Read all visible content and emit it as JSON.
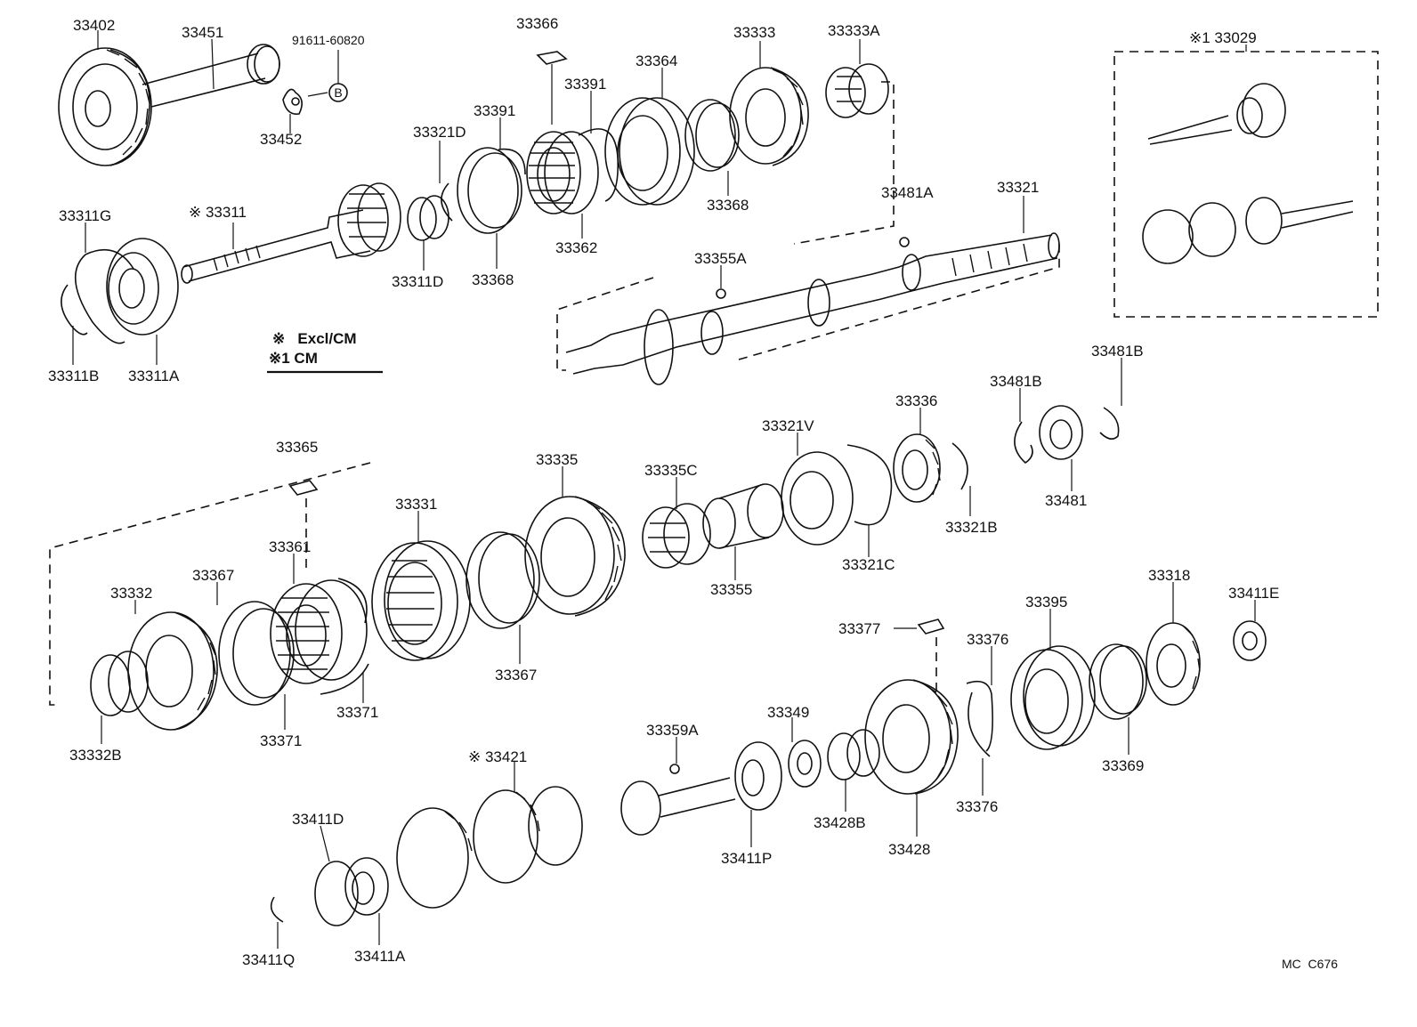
{
  "diagram": {
    "part_labels": [
      "33402",
      "33451",
      "91611-60820",
      "33452",
      "33366",
      "33391",
      "33391",
      "33364",
      "33333",
      "33333A",
      "33321D",
      "33311G",
      "※ 33311",
      "33311D",
      "33368",
      "33362",
      "33368",
      "33481A",
      "33321",
      "33355A",
      "33311B",
      "33311A",
      "33365",
      "33335",
      "33331",
      "33336",
      "33321V",
      "33481B",
      "33481B",
      "33481",
      "33321B",
      "33335C",
      "33361",
      "33367",
      "33332",
      "33355",
      "33321C",
      "33367",
      "33371",
      "33371",
      "33332B",
      "33318",
      "33411E",
      "33395",
      "33377",
      "33376",
      "33349",
      "33359A",
      "※ 33421",
      "33369",
      "33376",
      "33428B",
      "33428",
      "33411P",
      "33411D",
      "33411Q",
      "33411A",
      "※1 33029"
    ],
    "circle_symbol": "B",
    "notes": {
      "line1": "※   Excl/CM",
      "line2": "※1 CM"
    },
    "footer_code": "MC  C676"
  }
}
